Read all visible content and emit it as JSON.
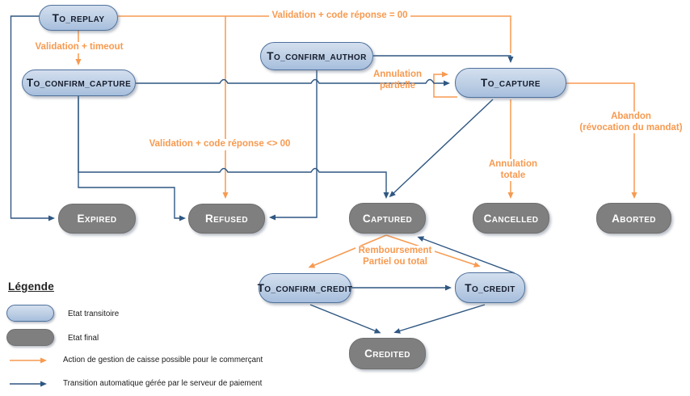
{
  "nodes": {
    "to_replay": {
      "label": "TO_REPLAY"
    },
    "to_confirm_capture": {
      "label": "TO_CONFIRM_CAPTURE"
    },
    "to_confirm_author": {
      "label": "TO_CONFIRM_AUTHOR"
    },
    "to_capture": {
      "label": "TO_CAPTURE"
    },
    "expired": {
      "label": "EXPIRED"
    },
    "refused": {
      "label": "REFUSED"
    },
    "captured": {
      "label": "CAPTURED"
    },
    "cancelled": {
      "label": "CANCELLED"
    },
    "aborted": {
      "label": "ABORTED"
    },
    "to_confirm_credit": {
      "label": "TO_CONFIRM_CREDIT"
    },
    "to_credit": {
      "label": "TO_CREDIT"
    },
    "credited": {
      "label": "CREDITED"
    }
  },
  "transitions": {
    "validation_code_ok": "Validation + code réponse = 00",
    "validation_timeout": "Validation + timeout",
    "validation_code_ko": "Validation + code réponse <> 00",
    "annulation_partielle": "Annulation\npartielle",
    "annulation_totale": "Annulation\ntotale",
    "abandon": "Abandon\n(révocation du mandat)",
    "remboursement": "Remboursement\nPartiel ou total"
  },
  "legend": {
    "title": "Légende",
    "transitional": "Etat transitoire",
    "final": "Etat final",
    "merchant_action": "Action de gestion de caisse possible pour le commerçant",
    "auto_transition": "Transition automatique gérée par le serveur de paiement"
  },
  "colors": {
    "merchant_action_orange": "#F79A50",
    "auto_transition_blue": "#2F5782",
    "transitional_fill": "#BCCEE4",
    "final_fill": "#7F7F7F"
  }
}
